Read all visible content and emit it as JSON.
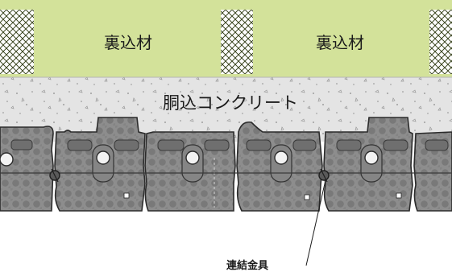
{
  "labels": {
    "backfill_left": "裏込材",
    "backfill_right": "裏込材",
    "fill_concrete": "胴込コンクリート",
    "connecting_fitting": "連結金具"
  },
  "colors": {
    "backfill": "#d3e29a",
    "concrete": "#e4e4e4",
    "block": "#8e8e8e",
    "block_dark": "#6d6d6d",
    "dot": "#7a7a7a",
    "outline": "#2b2b2b"
  }
}
